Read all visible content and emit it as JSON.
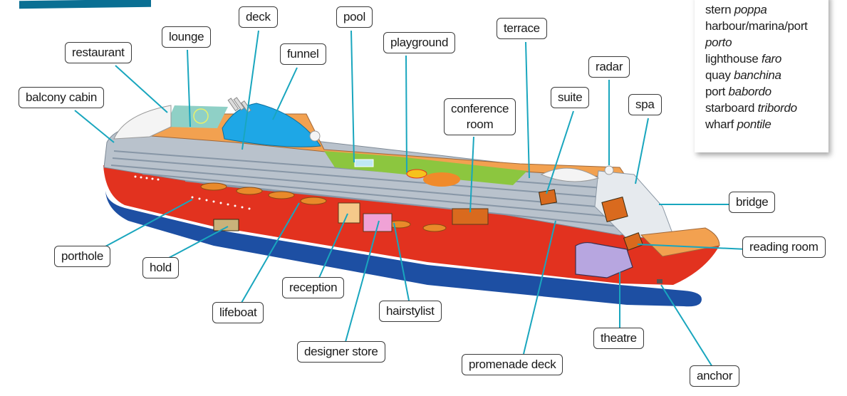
{
  "diagram": {
    "subject": "cruise ship cutaway",
    "leader_color": "#19a6be",
    "colors": {
      "hull_red": "#e2321f",
      "hull_blue": "#1d4fa3",
      "deck_orange": "#f2a150",
      "funnel_blue": "#1ea7e6",
      "lawn_green": "#8cc63f",
      "cabins_grey": "#b9c2cc",
      "theatre_lilac": "#b7a6e0",
      "banner_teal": "#0a6f93"
    },
    "labels": [
      {
        "id": "restaurant",
        "text": "restaurant"
      },
      {
        "id": "lounge",
        "text": "lounge"
      },
      {
        "id": "deck",
        "text": "deck"
      },
      {
        "id": "balcony-cabin",
        "text": "balcony cabin"
      },
      {
        "id": "funnel",
        "text": "funnel"
      },
      {
        "id": "pool",
        "text": "pool"
      },
      {
        "id": "playground",
        "text": "playground"
      },
      {
        "id": "conference-room",
        "text": "conference room",
        "line1": "conference",
        "line2": "room"
      },
      {
        "id": "terrace",
        "text": "terrace"
      },
      {
        "id": "suite",
        "text": "suite"
      },
      {
        "id": "radar",
        "text": "radar"
      },
      {
        "id": "spa",
        "text": "spa"
      },
      {
        "id": "bridge",
        "text": "bridge"
      },
      {
        "id": "reading-room",
        "text": "reading room"
      },
      {
        "id": "porthole",
        "text": "porthole"
      },
      {
        "id": "hold",
        "text": "hold"
      },
      {
        "id": "reception",
        "text": "reception"
      },
      {
        "id": "lifeboat",
        "text": "lifeboat"
      },
      {
        "id": "hairstylist",
        "text": "hairstylist"
      },
      {
        "id": "designer-store",
        "text": "designer store"
      },
      {
        "id": "promenade-deck",
        "text": "promenade deck"
      },
      {
        "id": "theatre",
        "text": "theatre"
      },
      {
        "id": "anchor",
        "text": "anchor"
      }
    ]
  },
  "vocabulary": [
    {
      "en": "stern",
      "it": "poppa"
    },
    {
      "en": "harbour/marina/port",
      "it": ""
    },
    {
      "en": "",
      "it": "porto"
    },
    {
      "en": "lighthouse",
      "it": "faro"
    },
    {
      "en": "quay",
      "it": "banchina"
    },
    {
      "en": "port",
      "it": "babordo"
    },
    {
      "en": "starboard",
      "it": "tribordo"
    },
    {
      "en": "wharf",
      "it": "pontile"
    }
  ]
}
